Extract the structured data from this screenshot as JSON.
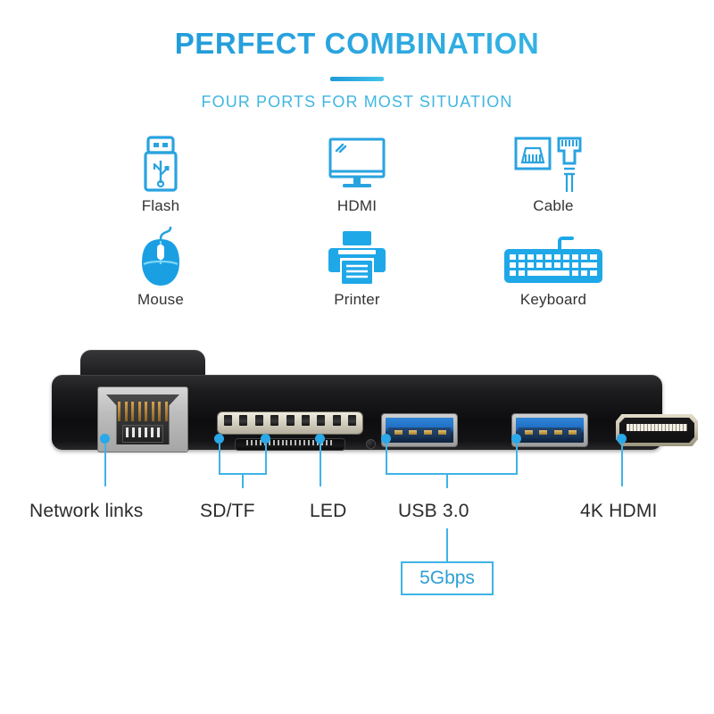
{
  "header": {
    "title": "PERFECT COMBINATION",
    "subtitle": "FOUR PORTS FOR MOST SITUATION",
    "title_gradient_start": "#1795d6",
    "title_gradient_end": "#4cc6ea",
    "subtitle_color": "#41b6e0",
    "divider_color": "#2aa8e8"
  },
  "icons": [
    {
      "name": "usb-flash-drive-icon",
      "label": "Flash"
    },
    {
      "name": "monitor-hdmi-icon",
      "label": "HDMI"
    },
    {
      "name": "ethernet-cable-icon",
      "label": "Cable"
    },
    {
      "name": "mouse-icon",
      "label": "Mouse"
    },
    {
      "name": "printer-icon",
      "label": "Printer"
    },
    {
      "name": "keyboard-icon",
      "label": "Keyboard"
    }
  ],
  "icon_color": "#29a3e0",
  "icon_label_color": "#333333",
  "device": {
    "name": "usb-hub-device",
    "body_color": "#131315",
    "ports": [
      {
        "name": "ethernet-port",
        "type": "RJ45"
      },
      {
        "name": "sd-card-slot",
        "type": "SD"
      },
      {
        "name": "tf-card-slot",
        "type": "TF"
      },
      {
        "name": "led-indicator",
        "type": "LED"
      },
      {
        "name": "usb-port-1",
        "type": "USB 3.0"
      },
      {
        "name": "usb-port-2",
        "type": "USB 3.0"
      },
      {
        "name": "hdmi-port",
        "type": "HDMI"
      }
    ]
  },
  "callouts": [
    {
      "name": "callout-network-links",
      "label": "Network links"
    },
    {
      "name": "callout-sd-tf",
      "label": "SD/TF"
    },
    {
      "name": "callout-led",
      "label": "LED"
    },
    {
      "name": "callout-usb",
      "label": "USB 3.0"
    },
    {
      "name": "callout-hdmi",
      "label": "4K HDMI"
    }
  ],
  "speed_badge": {
    "label": "5Gbps",
    "color": "#2f9fd4",
    "border_color": "#3fb3e8"
  },
  "callout_color": "#2aa8e8"
}
